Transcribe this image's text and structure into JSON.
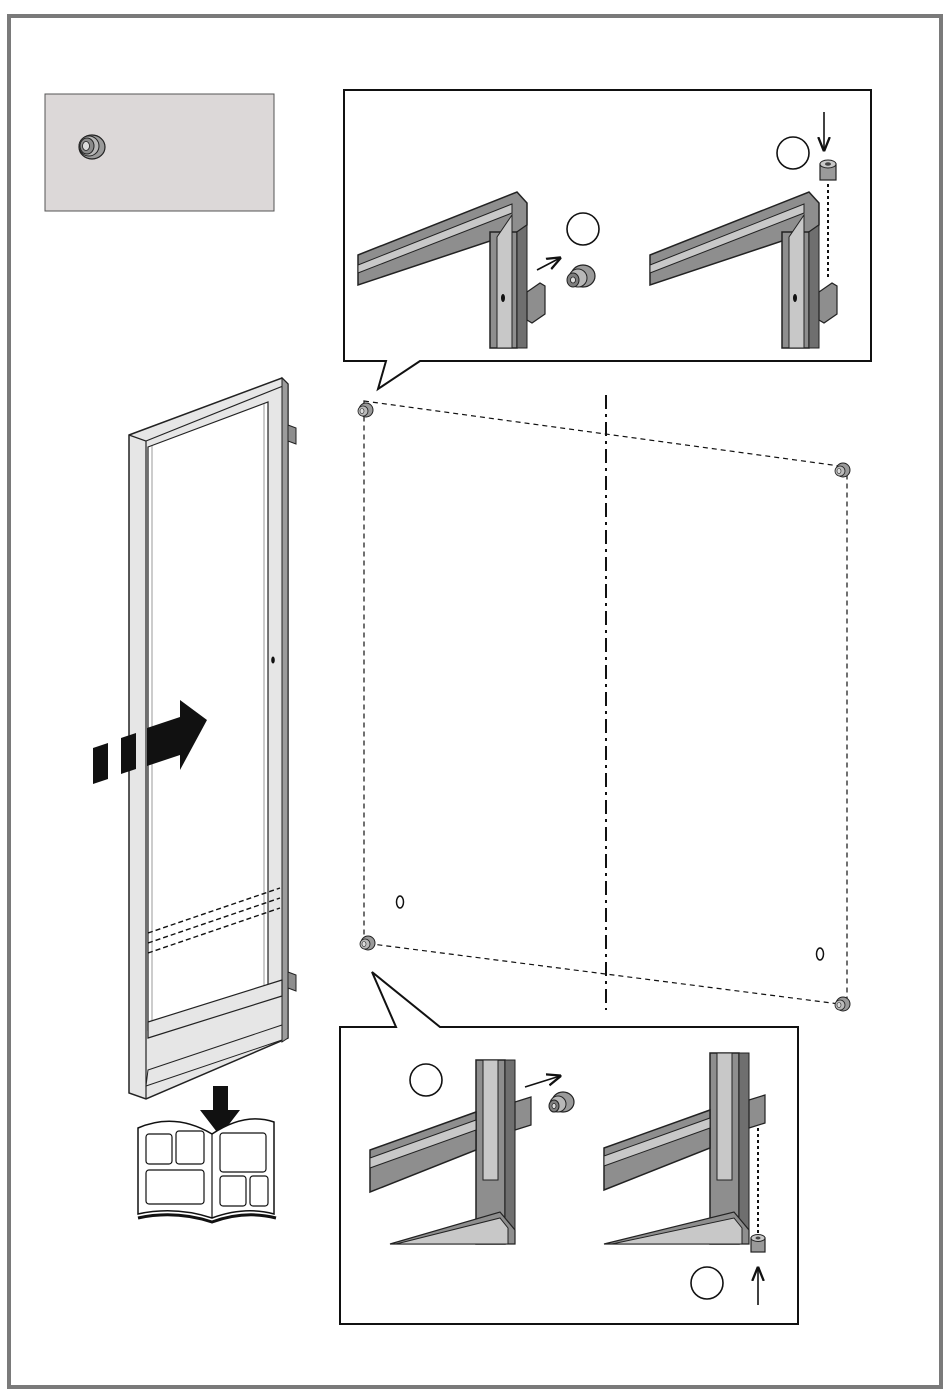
{
  "page": {
    "background": "#ffffff",
    "border_color": "#7a7a7a"
  },
  "colors": {
    "frame_fill": "#8e8e8e",
    "frame_dark": "#6f6f6f",
    "frame_light": "#d4d4d4",
    "parts_box": "#dcd8d8",
    "ink": "#111111",
    "stroke": "#333333"
  },
  "parts_box": {
    "icon": "threaded-insert-icon",
    "quantity_text": ""
  },
  "details": {
    "top_panel": {
      "left_step": {
        "marker": "circle-marker",
        "label": ""
      },
      "right_step": {
        "marker": "circle-marker",
        "label": ""
      }
    },
    "bottom_panel": {
      "left_step": {
        "marker": "circle-marker",
        "label": ""
      },
      "right_step": {
        "marker": "circle-marker",
        "label": ""
      }
    }
  },
  "main_view": {
    "door_frame": "door-frame-icon",
    "direction_arrow": "arrow-right-icon",
    "manual_reference": "instruction-booklet-icon",
    "manual_arrow": "arrow-down-icon"
  },
  "glass_panel": {
    "corner_inserts": 4,
    "extra_holes": 2,
    "center_line": "dash-dot"
  }
}
